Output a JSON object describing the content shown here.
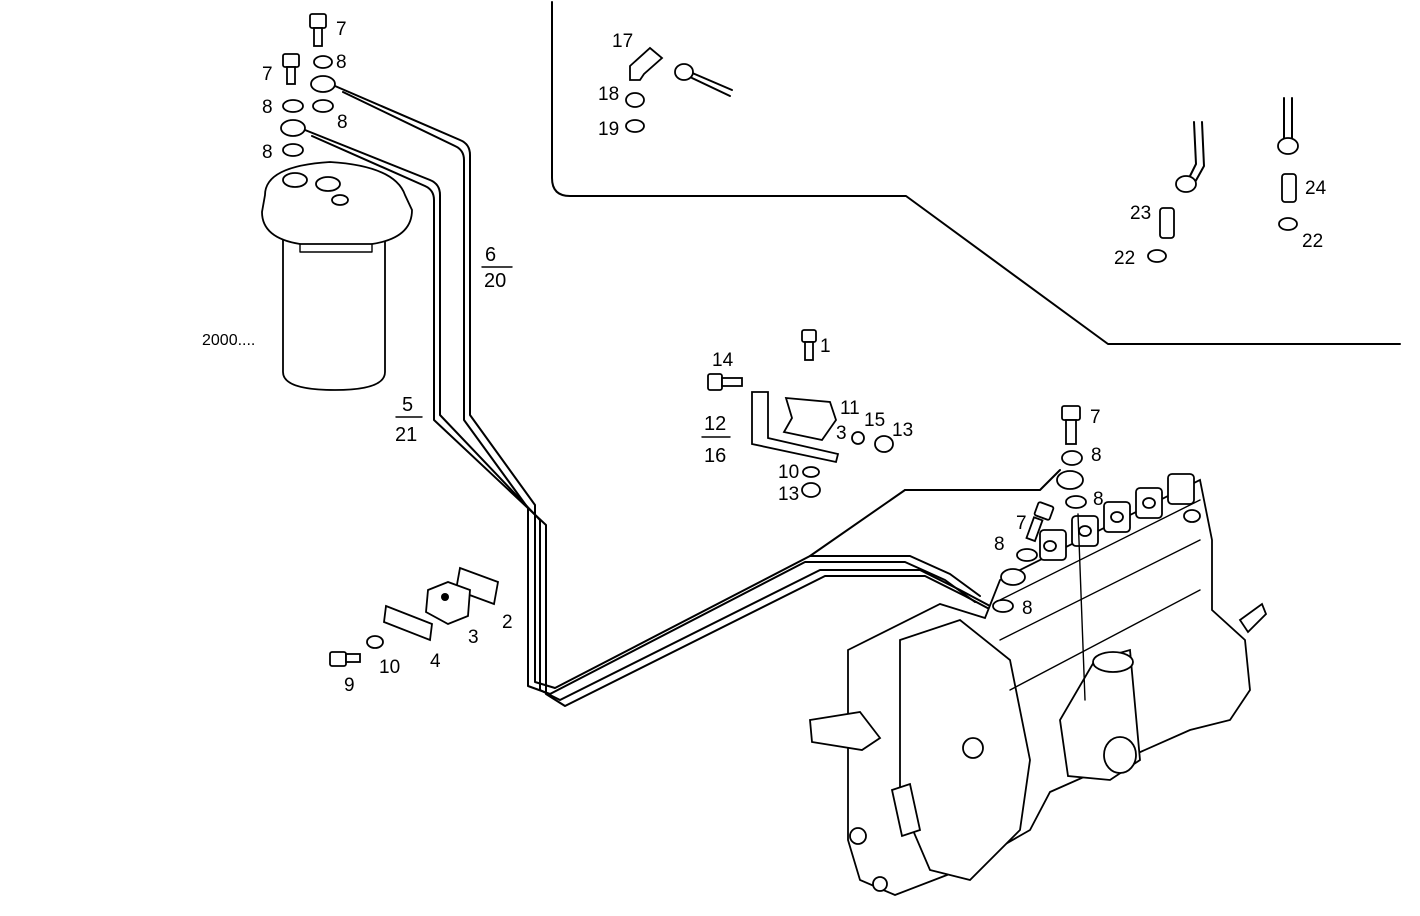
{
  "diagram": {
    "callouts": {
      "c1": "1",
      "c2": "2",
      "c3a": "3",
      "c3b": "3",
      "c4": "4",
      "c7a": "7",
      "c7b": "7",
      "c7c": "7",
      "c7d": "7",
      "c8a": "8",
      "c8b": "8",
      "c8c": "8",
      "c8d": "8",
      "c8e": "8",
      "c8f": "8",
      "c8g": "8",
      "c8h": "8",
      "c9": "9",
      "c10a": "10",
      "c10b": "10",
      "c11": "11",
      "c13a": "13",
      "c13b": "13",
      "c14": "14",
      "c15": "15",
      "c17": "17",
      "c18": "18",
      "c19": "19",
      "c22a": "22",
      "c22b": "22",
      "c23": "23",
      "c24": "24"
    },
    "fractions": {
      "f1_top": "6",
      "f1_bottom": "20",
      "f2_top": "5",
      "f2_bottom": "21",
      "f3_top": "12",
      "f3_bottom": "16"
    },
    "reference_label": "2000...."
  }
}
